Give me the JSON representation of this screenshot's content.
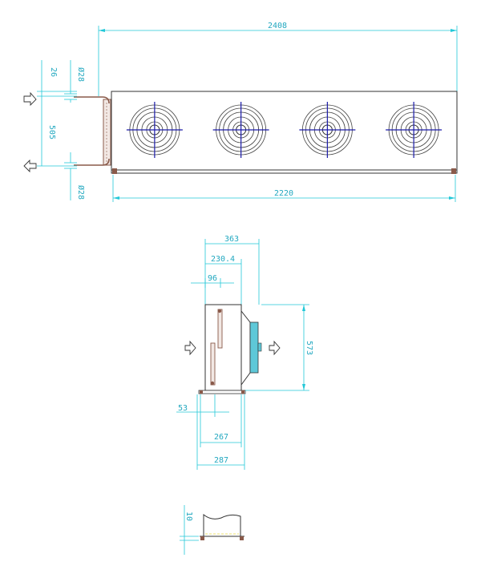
{
  "colors": {
    "dimension": "#22c8d8",
    "outline": "#333333",
    "fan_axis": "#1a1aa8",
    "pipe": "#8a5a4a",
    "coil": "#5ec8d8"
  },
  "top_view": {
    "overall_length": "2408",
    "body_length": "2220",
    "pipe_offset": "26",
    "pipe_spacing": "505",
    "inlet_diameter": "Ø28",
    "outlet_diameter": "Ø28",
    "fan_count": 4
  },
  "side_view": {
    "overall_depth": "363",
    "coil_depth": "230.4",
    "pipe_offset": "96",
    "height": "573",
    "foot_offset": "53",
    "foot_inner_span": "267",
    "foot_outer_span": "287"
  },
  "detail_view": {
    "foot_height": "10"
  },
  "icons": {
    "inlet": "arrow-right-icon",
    "outlet": "arrow-left-icon",
    "airflow_in": "arrow-right-icon",
    "airflow_out": "arrow-right-icon"
  }
}
